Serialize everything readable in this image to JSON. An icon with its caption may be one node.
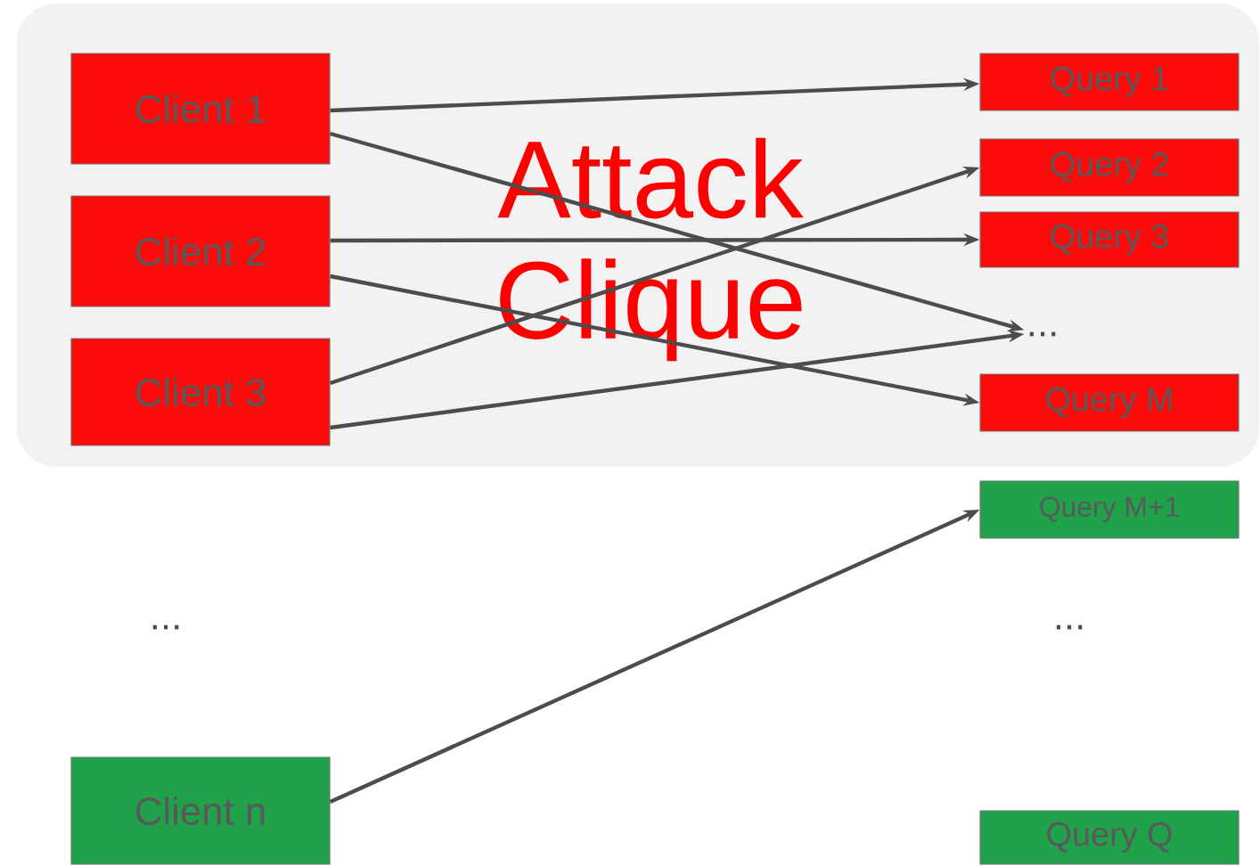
{
  "diagram": {
    "nodes": [
      {
        "text": [
          "Attack Clique"
        ]
      },
      {
        "text": [
          "Client 1"
        ],
        "in": 0
      },
      {
        "text": [
          "Client 2"
        ],
        "in": 0
      },
      {
        "text": [
          "Client 3"
        ],
        "in": 0
      },
      {
        "text": [
          "Query 1"
        ],
        "in": 0
      },
      {
        "text": [
          "Query 2"
        ],
        "in": 0
      },
      {
        "text": [
          "Query 3"
        ],
        "in": 0
      },
      {
        "text": [
          "..."
        ],
        "in": 0
      },
      {
        "text": [
          "Query M"
        ],
        "in": 0
      },
      {
        "text": [
          "Query M+1"
        ]
      },
      {
        "text": [
          "Client n"
        ]
      },
      {
        "text": [
          "Query Q"
        ]
      }
    ],
    "edges": [
      {
        "from": 1,
        "to": 4,
        "arrow": "to"
      },
      {
        "from": 1,
        "to": 7,
        "arrow": "to"
      },
      {
        "from": 2,
        "to": 6,
        "arrow": "to"
      },
      {
        "from": 2,
        "to": 8,
        "arrow": "to"
      },
      {
        "from": 3,
        "to": 5,
        "arrow": "to"
      },
      {
        "from": 3,
        "to": 7,
        "arrow": "to"
      },
      {
        "from": 10,
        "to": 9,
        "arrow": "to"
      }
    ],
    "labels": [
      "...",
      "..."
    ]
  }
}
